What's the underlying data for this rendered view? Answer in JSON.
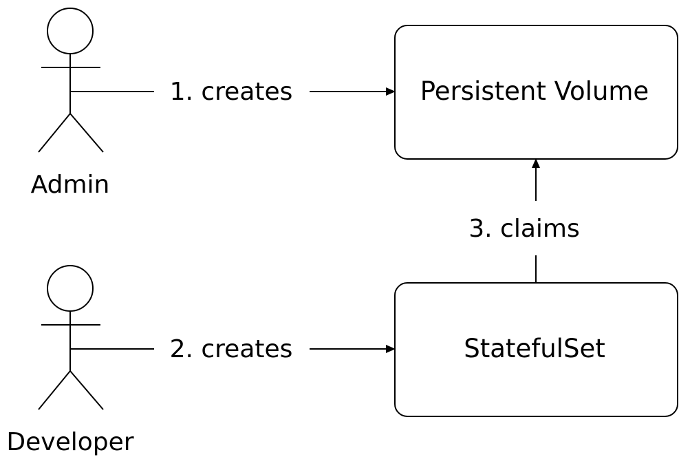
{
  "actors": {
    "admin": {
      "label": "Admin"
    },
    "developer": {
      "label": "Developer"
    }
  },
  "boxes": {
    "persistent_volume": {
      "label": "Persistent Volume"
    },
    "statefulset": {
      "label": "StatefulSet"
    }
  },
  "edges": {
    "admin_creates": {
      "label": "1. creates"
    },
    "developer_creates": {
      "label": "2. creates"
    },
    "statefulset_claims": {
      "label": "3. claims"
    }
  },
  "colors": {
    "stroke": "#000000",
    "background": "#ffffff"
  }
}
